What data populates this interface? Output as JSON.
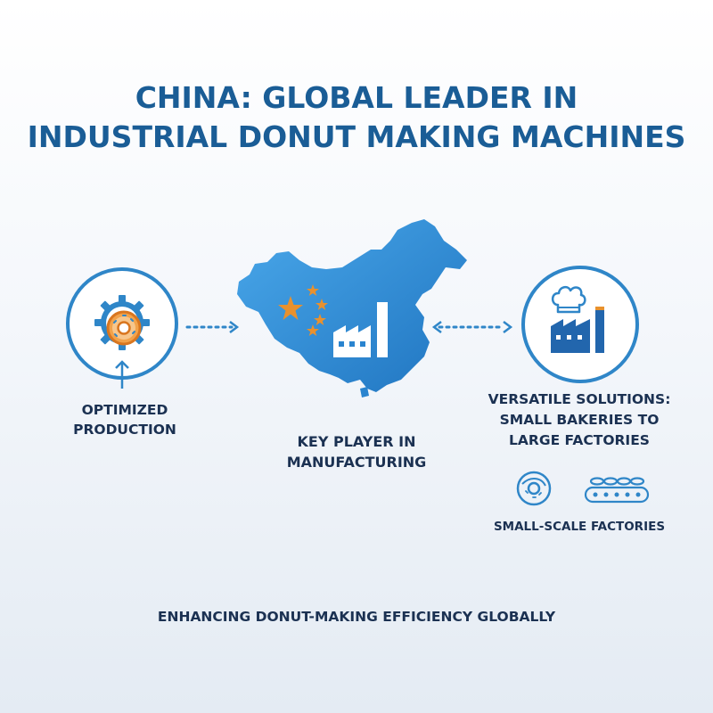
{
  "title": {
    "line1": "CHINA: GLOBAL LEADER IN",
    "line2": "INDUSTRIAL DONUT MAKING MACHINES"
  },
  "left": {
    "label_line1": "OPTIMIZED",
    "label_line2": "PRODUCTION",
    "icons": [
      "gear-icon",
      "donut-icon",
      "arrow-up-icon"
    ]
  },
  "center": {
    "label_line1": "KEY PLAYER IN",
    "label_line2": "MANUFACTURING",
    "icons": [
      "china-map-icon",
      "star-icon",
      "factory-icon"
    ]
  },
  "right": {
    "label_line1": "VERSATILE SOLUTIONS:",
    "label_line2": "SMALL BAKERIES TO",
    "label_line3": "LARGE FACTORIES",
    "sub_label": "SMALL-SCALE FACTORIES",
    "icons": [
      "chef-hat-icon",
      "factory-icon",
      "donut-icon",
      "conveyor-icon"
    ]
  },
  "footer": "ENHANCING DONUT-MAKING EFFICIENCY GLOBALLY",
  "colors": {
    "title": "#1a5d96",
    "accent_blue": "#2f86c8",
    "map_blue": "#2a8ad6",
    "star_orange": "#e8912e",
    "text_dark": "#1b3152"
  }
}
